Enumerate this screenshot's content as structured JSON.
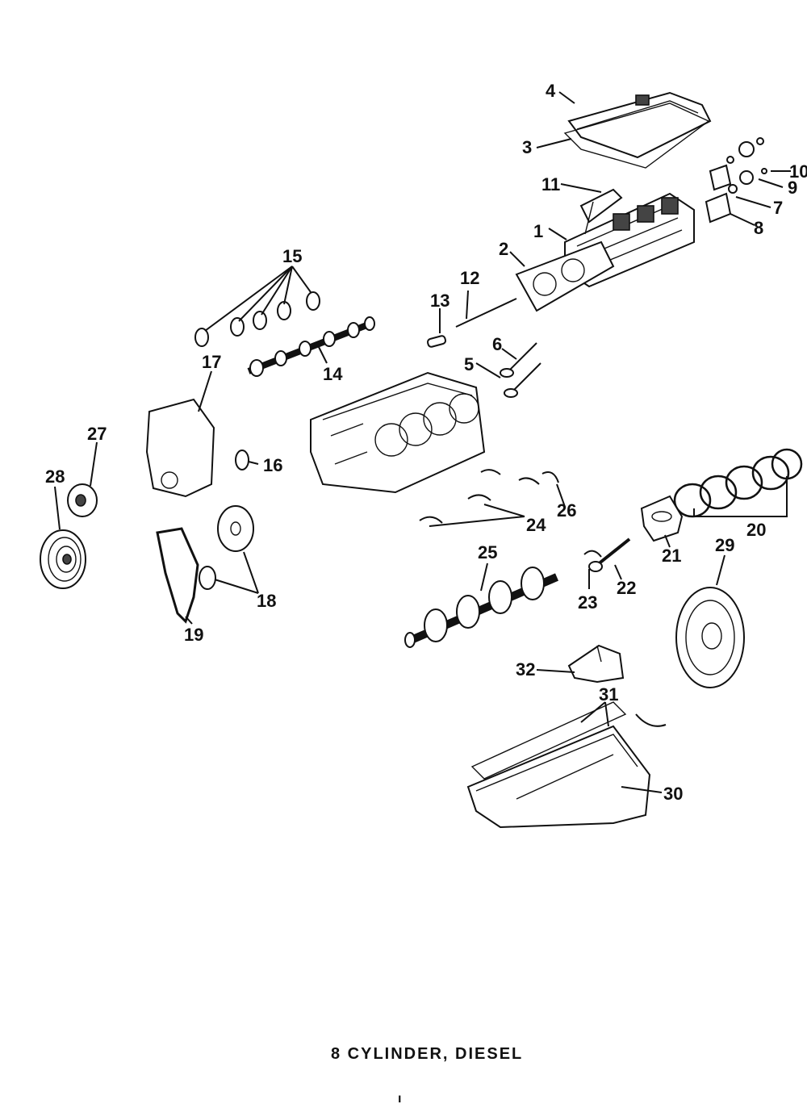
{
  "caption": "8 CYLINDER, DIESEL",
  "page_mark": "ı",
  "callouts": [
    "1",
    "2",
    "3",
    "4",
    "5",
    "6",
    "7",
    "8",
    "9",
    "10",
    "11",
    "12",
    "13",
    "14",
    "15",
    "16",
    "17",
    "18",
    "19",
    "20",
    "21",
    "22",
    "23",
    "24",
    "25",
    "26",
    "27",
    "28",
    "29",
    "30",
    "31",
    "32"
  ]
}
